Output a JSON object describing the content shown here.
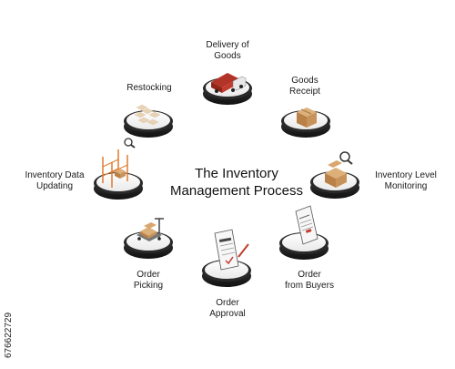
{
  "title": "The Inventory\nManagement Process",
  "steps": [
    {
      "key": "delivery",
      "label": "Delivery of\nGoods",
      "icon": "delivery-truck-icon"
    },
    {
      "key": "receipt",
      "label": "Goods\nReceipt",
      "icon": "cardboard-box-icon"
    },
    {
      "key": "monitoring",
      "label": "Inventory Level\nMonitoring",
      "icon": "box-magnifier-icon"
    },
    {
      "key": "buyers",
      "label": "Order\nfrom Buyers",
      "icon": "order-document-icon"
    },
    {
      "key": "approval",
      "label": "Order\nApproval",
      "icon": "approval-document-icon"
    },
    {
      "key": "picking",
      "label": "Order\nPicking",
      "icon": "hand-trolley-icon"
    },
    {
      "key": "updating",
      "label": "Inventory Data\nUpdating",
      "icon": "warehouse-shelf-icon"
    },
    {
      "key": "restocking",
      "label": "Restocking",
      "icon": "restocking-boxes-icon"
    }
  ],
  "stock_id": "676622729",
  "colors": {
    "platform_top": "#ffffff",
    "platform_rim": "#1f1f1f",
    "box": "#c8935a",
    "box_dark": "#9b6a39",
    "truck_red": "#c33b2e",
    "shelf_orange": "#e07a2e"
  }
}
